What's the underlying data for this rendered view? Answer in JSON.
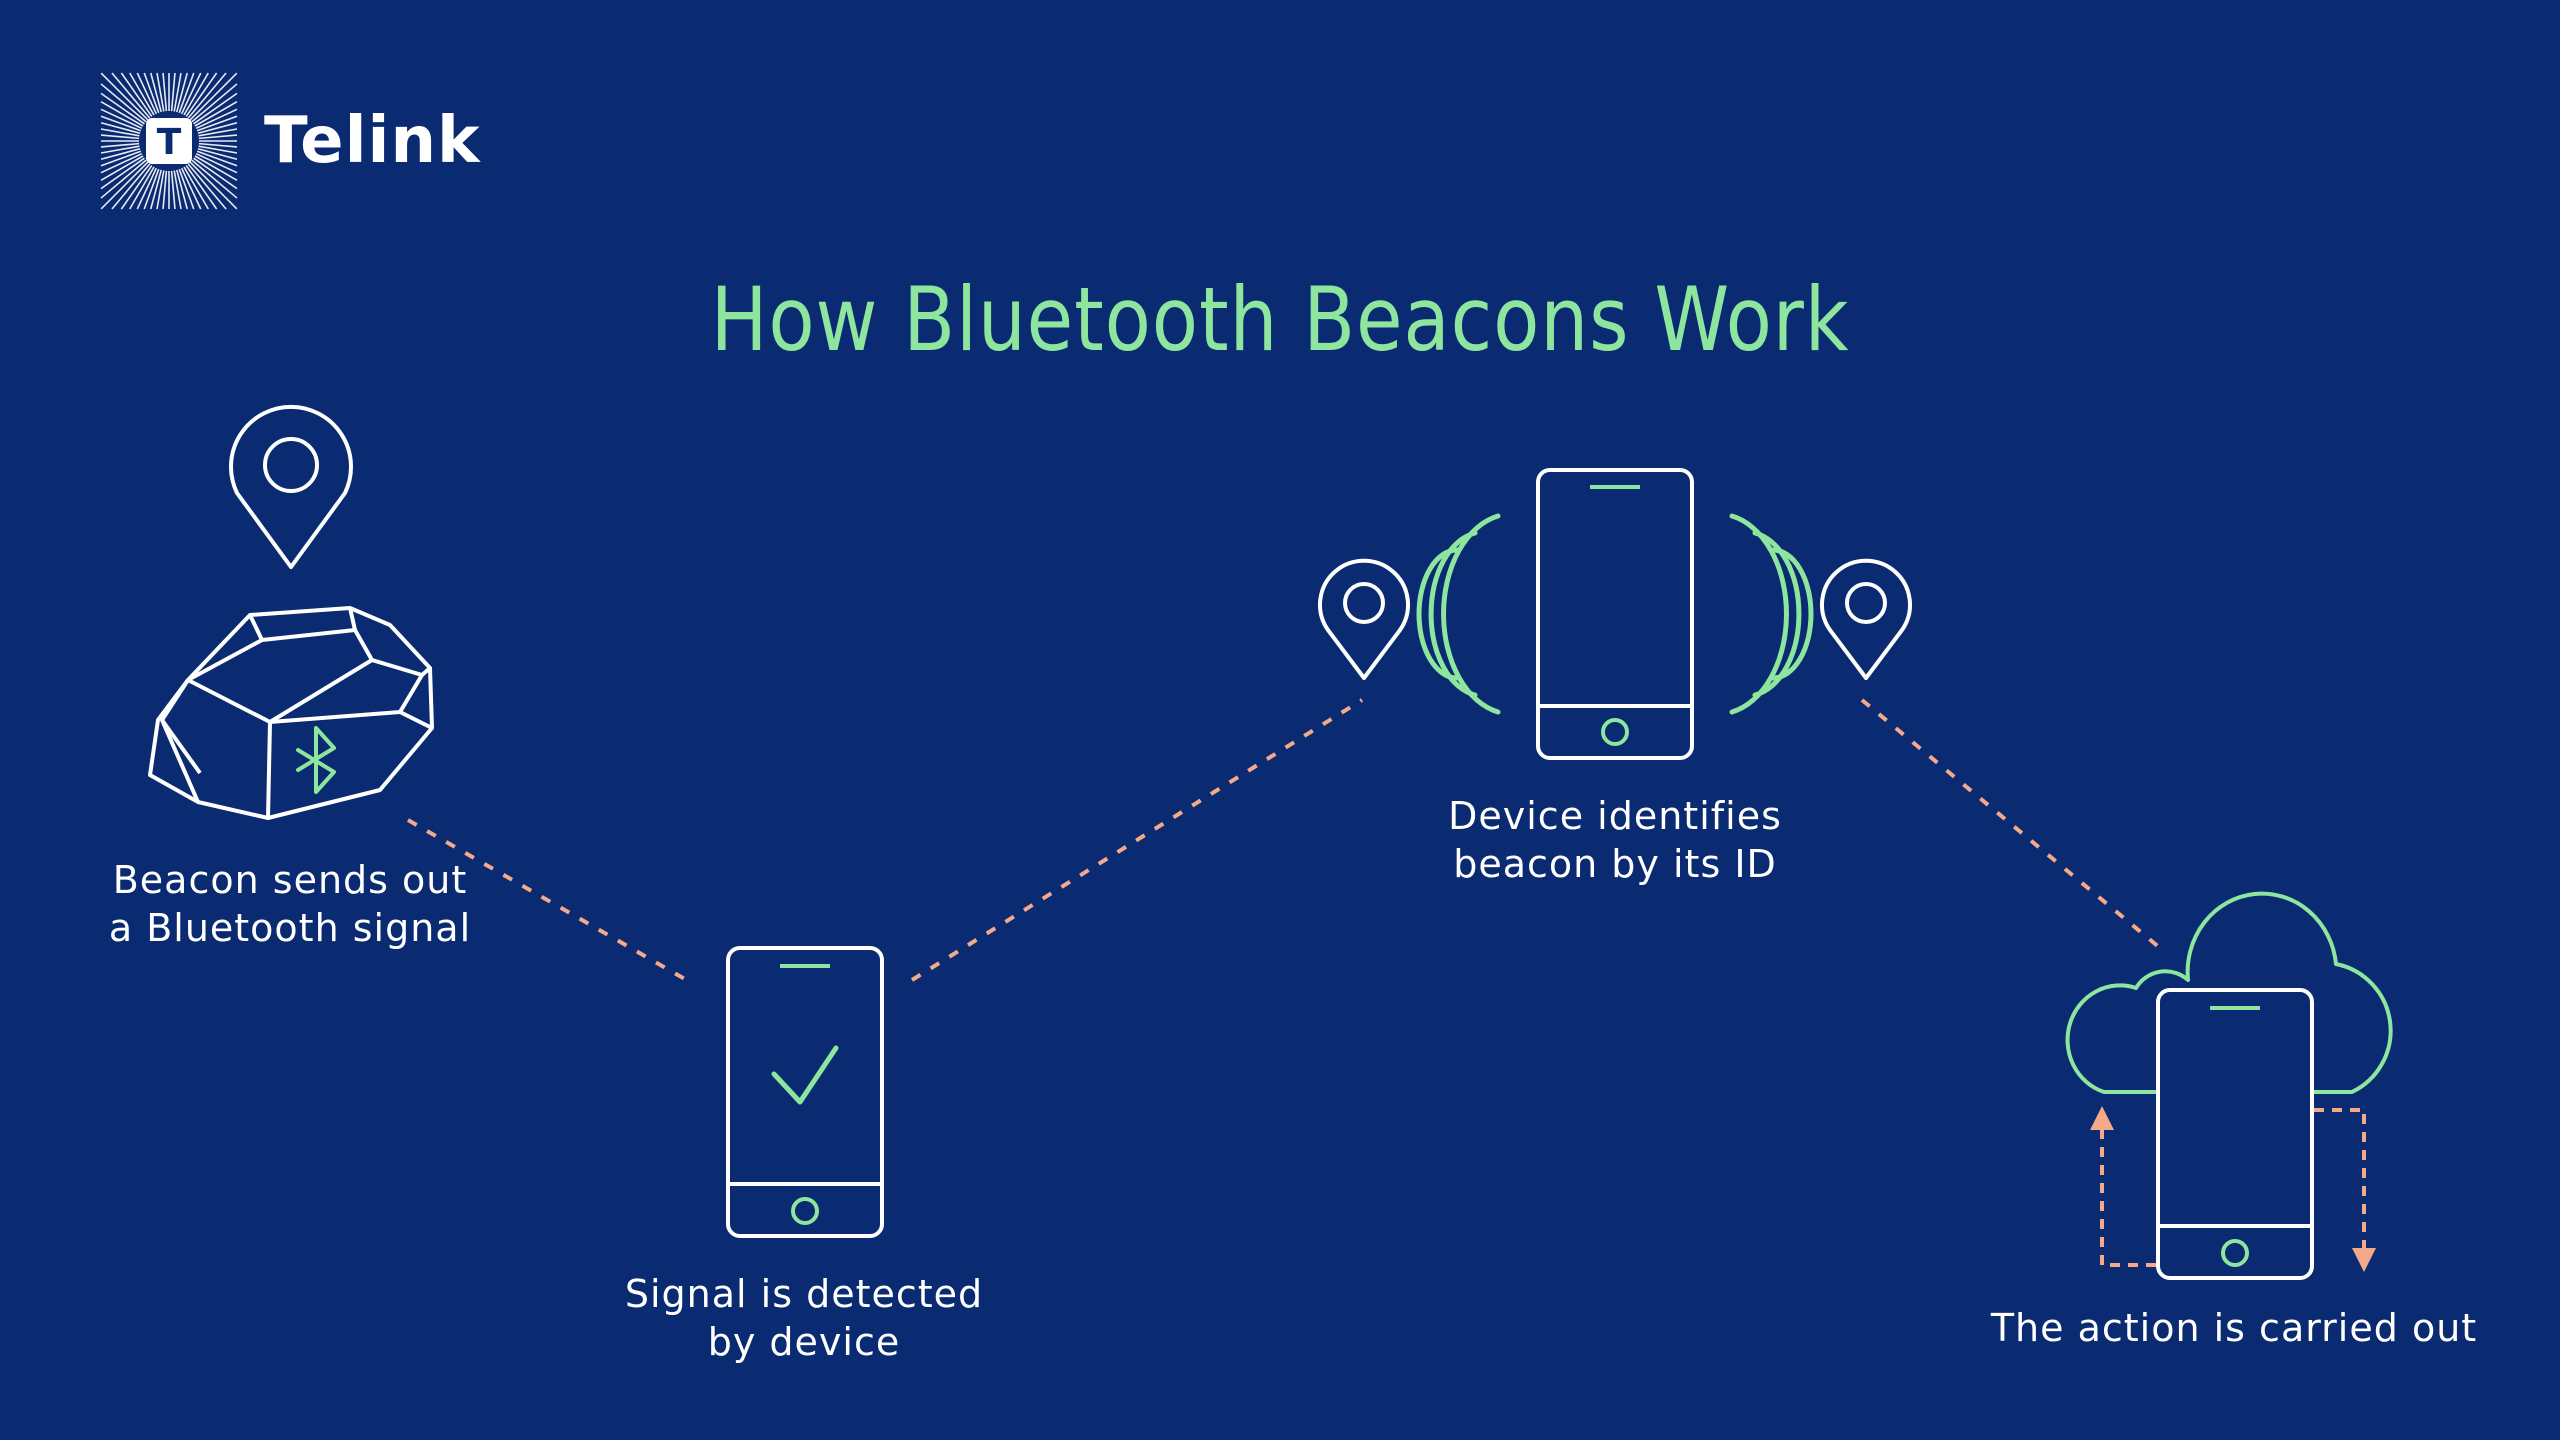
{
  "brand": {
    "name": "Telink",
    "logo_letter": "T",
    "logo_icon": "telink-starburst-logo"
  },
  "title": "How Bluetooth Beacons Work",
  "steps": [
    {
      "caption": [
        "Beacon sends out",
        "a Bluetooth signal"
      ],
      "icon": "beacon-stone-icon"
    },
    {
      "caption": [
        "Signal is detected",
        "by device"
      ],
      "icon": "phone-check-icon"
    },
    {
      "caption": [
        "Device identifies",
        "beacon by its ID"
      ],
      "icon": "phone-signal-icon"
    },
    {
      "caption": [
        "The action is carried out"
      ],
      "icon": "phone-cloud-icon"
    }
  ],
  "colors": {
    "background": "#0a2a72",
    "accent_green": "#8de59e",
    "line_white": "#ffffff",
    "connector_salmon": "#f4a98a"
  }
}
